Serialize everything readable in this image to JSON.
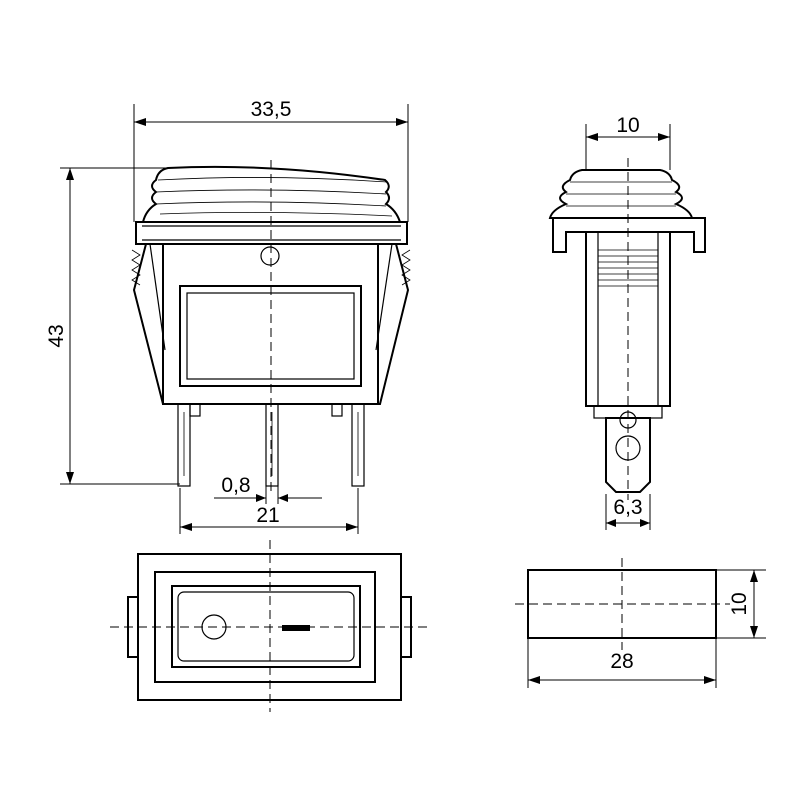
{
  "dimensions": {
    "overall_width": "33,5",
    "overall_height": "43",
    "pin_width": "0,8",
    "pin_spacing": "21",
    "side_width": "10",
    "terminal_width": "6,3",
    "cutout_length": "28",
    "cutout_height": "10"
  }
}
